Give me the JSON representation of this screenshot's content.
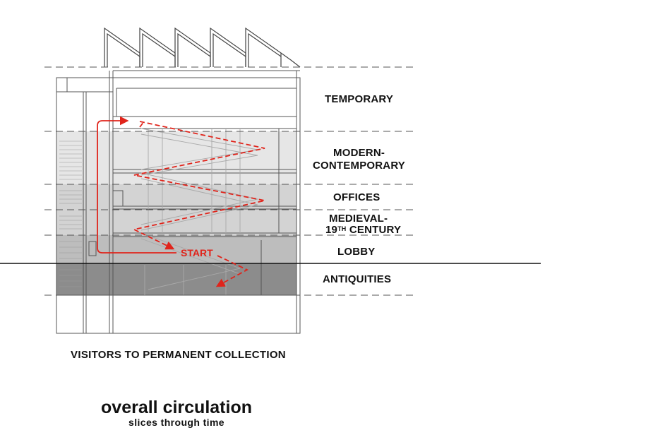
{
  "levels": {
    "temporary": "TEMPORARY",
    "modern_1": "MODERN-",
    "modern_2": "CONTEMPORARY",
    "offices": "OFFICES",
    "medieval_1": "MEDIEVAL-",
    "medieval_2_num": "19",
    "medieval_2_sup": "TH",
    "medieval_2_rest": " CENTURY",
    "lobby": "LOBBY",
    "antiquities": "ANTIQUITIES"
  },
  "path": {
    "start_label": "START"
  },
  "caption": "VISITORS TO PERMANENT COLLECTION",
  "title": "overall circulation",
  "subtitle": "slices through time",
  "colors": {
    "path_red": "#e0241b",
    "band_light": "#e6e6e6",
    "band_mid": "#d3d3d3",
    "band_lobby": "#bdbdbd",
    "band_dark": "#8c8c8c",
    "line": "#555555"
  }
}
